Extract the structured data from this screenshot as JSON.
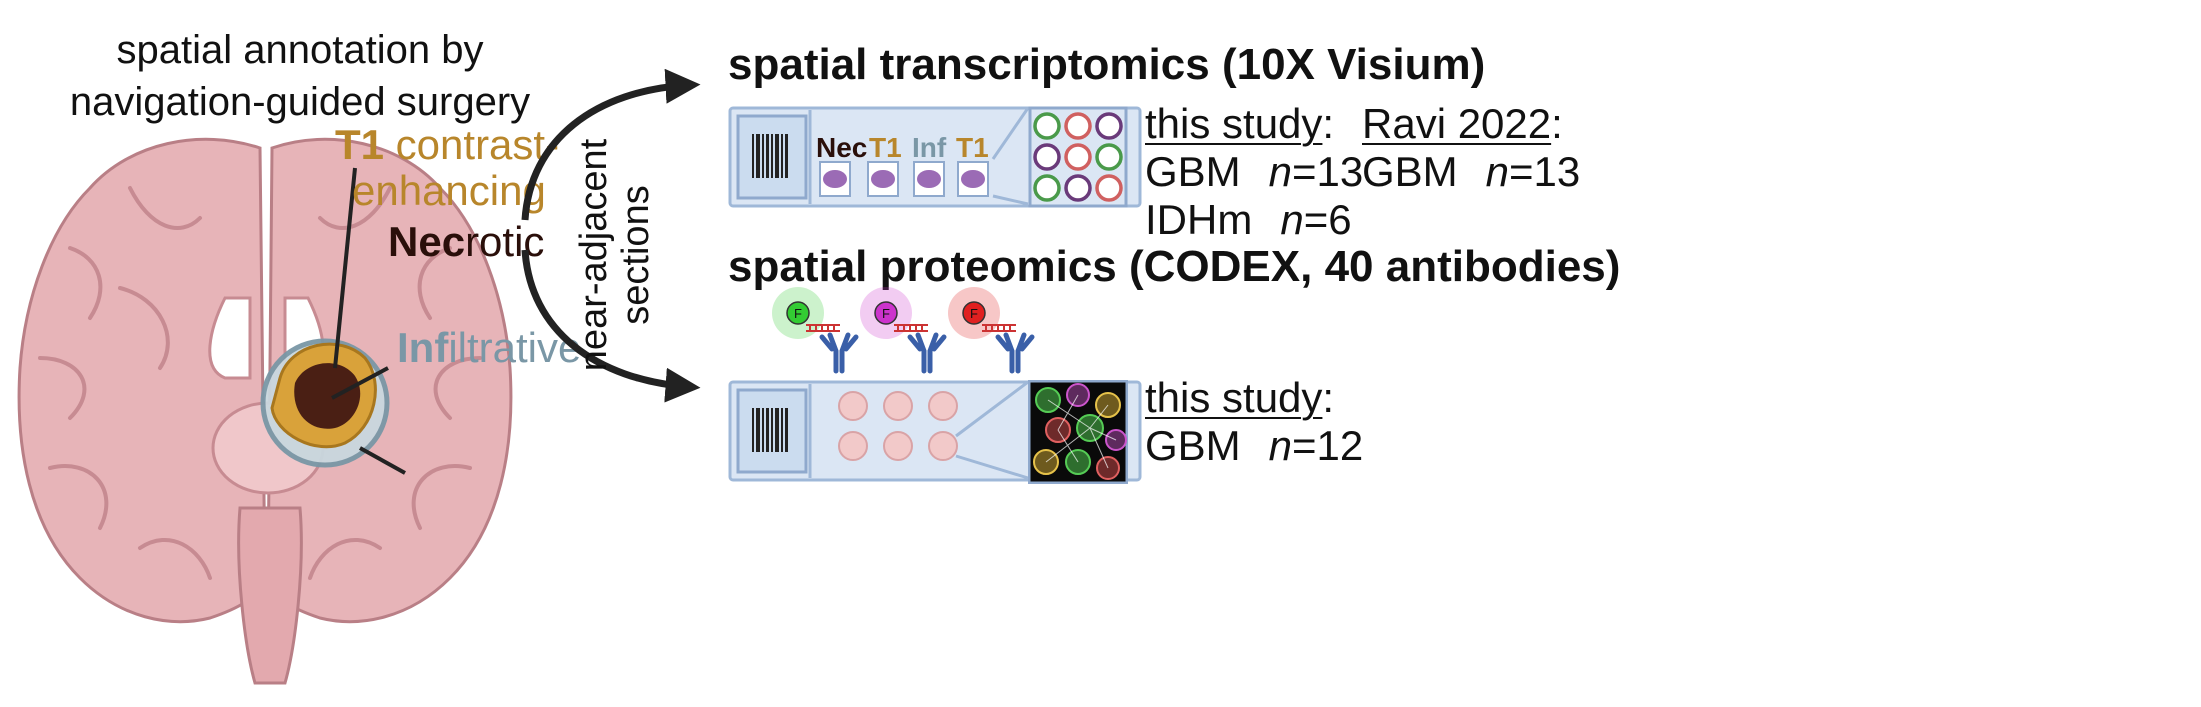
{
  "brain": {
    "title_line1": "spatial annotation by",
    "title_line2": "navigation-guided surgery",
    "t1_bold": "T1",
    "t1_rest_line1": " contrast-",
    "t1_line2": "enhancing",
    "nec_bold": "Nec",
    "nec_rest": "rotic",
    "inf_bold": "Inf",
    "inf_rest": "iltrative",
    "colors": {
      "t1": "#b8862b",
      "necrotic": "#3a1a12",
      "infiltrative": "#7a97a6",
      "brain": "#e7b4b8"
    }
  },
  "arrows": {
    "label_line1": "near-adjacent",
    "label_line2": "sections"
  },
  "transcriptomics": {
    "title": "spatial transcriptomics (10X Visium)",
    "slide_labels": [
      {
        "text": "Nec",
        "color": "#2a0f0a"
      },
      {
        "text": "T1",
        "color": "#b8862b"
      },
      {
        "text": "Inf",
        "color": "#7a97a6"
      },
      {
        "text": "T1",
        "color": "#b8862b"
      }
    ],
    "spot_colors": [
      "#4a9a4a",
      "#d06060",
      "#6a3a7a",
      "#6a3a7a",
      "#d06060",
      "#4a9a4a",
      "#4a9a4a",
      "#6a3a7a",
      "#d06060"
    ],
    "this_study": {
      "heading": "this study",
      "colon": ":",
      "rows": [
        {
          "label": "GBM",
          "n_symbol": "n",
          "n_value": "=13"
        },
        {
          "label": "IDHm",
          "n_symbol": "n",
          "n_value": "=6"
        }
      ]
    },
    "ravi": {
      "heading": "Ravi 2022",
      "colon": ":",
      "rows": [
        {
          "label": "GBM",
          "n_symbol": "n",
          "n_value": "=13"
        }
      ]
    }
  },
  "proteomics": {
    "title": "spatial proteomics (CODEX, 40 antibodies)",
    "fluor_letter": "F",
    "fluor_colors": [
      "#33cc33",
      "#cc33cc",
      "#e02020"
    ],
    "this_study": {
      "heading": "this study",
      "colon": ":",
      "rows": [
        {
          "label": "GBM",
          "n_symbol": "n",
          "n_value": "=12"
        }
      ]
    }
  }
}
